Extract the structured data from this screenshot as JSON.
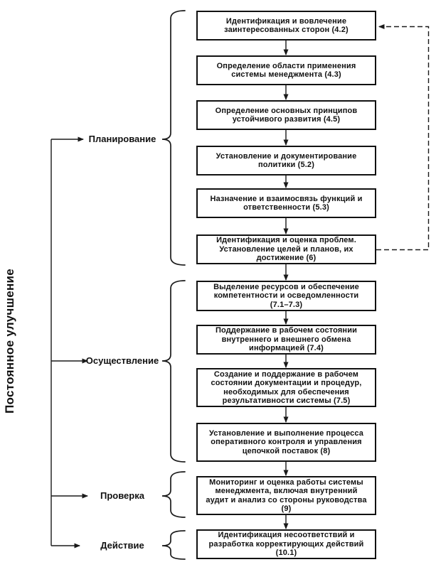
{
  "diagram": {
    "side_label": "Постоянное улучшение",
    "phase_labels": {
      "planning": "Планирование",
      "implementation": "Осуществление",
      "check": "Проверка",
      "action": "Действие"
    },
    "boxes": [
      {
        "ref": "4.2",
        "lines": [
          "Идентификация и вовлечение",
          "заинтересованных сторон (4.2)"
        ]
      },
      {
        "ref": "4.3",
        "lines": [
          "Определение области применения",
          "системы менеджмента (4.3)"
        ]
      },
      {
        "ref": "4.5",
        "lines": [
          "Определение основных принципов",
          "устойчивого развития (4.5)"
        ]
      },
      {
        "ref": "5.2",
        "lines": [
          "Установление и документирование",
          "политики (5.2)"
        ]
      },
      {
        "ref": "5.3",
        "lines": [
          "Назначение и взаимосвязь функций и",
          "ответственности (5.3)"
        ]
      },
      {
        "ref": "6",
        "lines": [
          "Идентификация и оценка проблем.",
          "Установление целей и планов, их",
          "достижение (6)"
        ]
      },
      {
        "ref": "7.1–7.3",
        "lines": [
          "Выделение ресурсов и обеспечение",
          "компетентности и осведомленности",
          "(7.1–7.3)"
        ]
      },
      {
        "ref": "7.4",
        "lines": [
          "Поддержание в рабочем состоянии",
          "внутреннего и внешнего обмена",
          "информацией (7.4)"
        ]
      },
      {
        "ref": "7.5",
        "lines": [
          "Создание и поддержание в рабочем",
          "состоянии документации и процедур,",
          "необходимых для обеспечения",
          "результативности системы (7.5)"
        ]
      },
      {
        "ref": "8",
        "lines": [
          "Установление и выполнение процесса",
          "оперативного контроля и управления",
          "цепочкой поставок (8)"
        ]
      },
      {
        "ref": "9",
        "lines": [
          "Мониторинг и оценка работы системы",
          "менеджмента, включая внутренний",
          "аудит и анализ со стороны руководства",
          "(9)"
        ]
      },
      {
        "ref": "10.1",
        "lines": [
          "Идентификация несоответствий и",
          "разработка корректирующих действий",
          "(10.1)"
        ]
      }
    ],
    "line_color": "#1a1a1a"
  }
}
